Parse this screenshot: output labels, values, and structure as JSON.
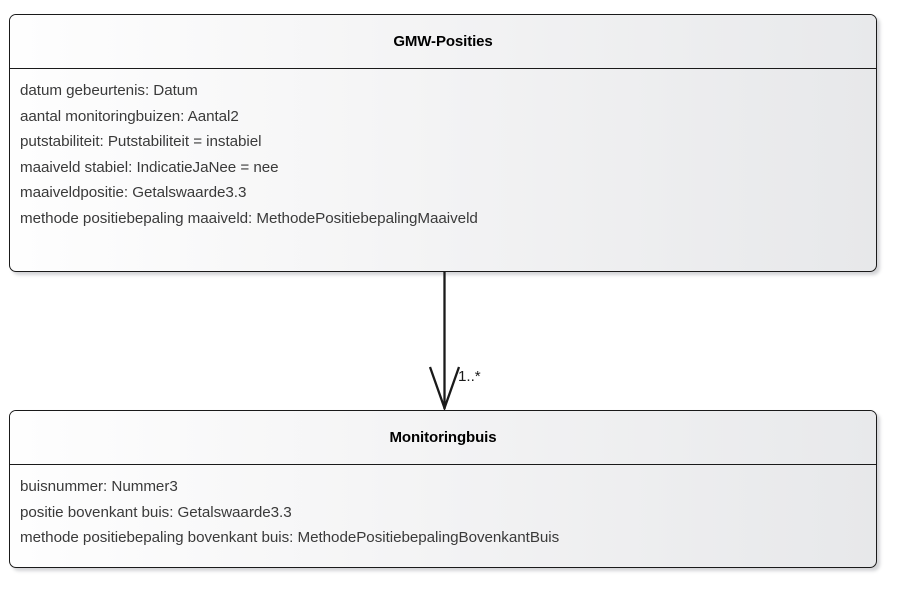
{
  "diagram": {
    "type": "uml-class-diagram",
    "classes": [
      {
        "id": "gmw-posities",
        "name": "GMW-Posities",
        "attributes": [
          "datum gebeurtenis: Datum",
          "aantal monitoringbuizen: Aantal2",
          "putstabiliteit: Putstabiliteit = instabiel",
          "maaiveld stabiel: IndicatieJaNee = nee",
          "maaiveldpositie: Getalswaarde3.3",
          "methode positiebepaling maaiveld: MethodePositiebepalingMaaiveld"
        ]
      },
      {
        "id": "monitoringbuis",
        "name": "Monitoringbuis",
        "attributes": [
          "buisnummer: Nummer3",
          "positie bovenkant buis: Getalswaarde3.3",
          "methode positiebepaling bovenkant buis: MethodePositiebepalingBovenkantBuis"
        ]
      }
    ],
    "associations": [
      {
        "from": "gmw-posities",
        "to": "monitoringbuis",
        "multiplicity": "1..*",
        "arrow": "open-arrowhead"
      }
    ],
    "colors": {
      "border": "#1a1a1a",
      "fill_light": "#fefefe",
      "fill_dark": "#e7e8ea",
      "text": "#3a3a3a",
      "title_text": "#000000",
      "line": "#1a1a1a"
    }
  }
}
